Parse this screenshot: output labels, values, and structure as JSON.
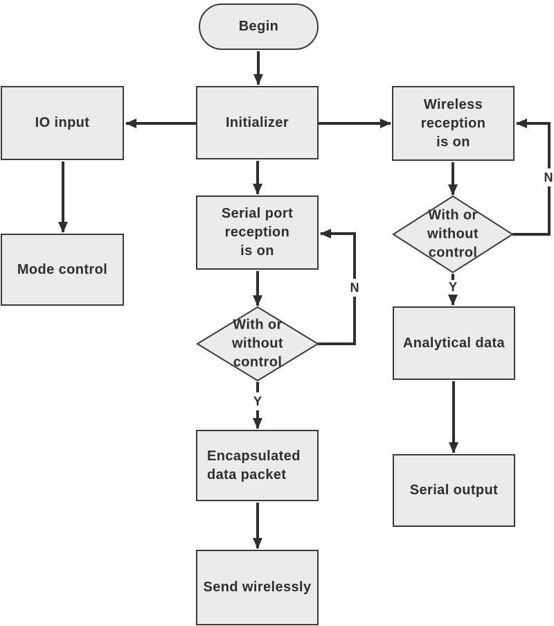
{
  "diagram": {
    "type": "flowchart",
    "colors": {
      "background": "#ffffff",
      "node_fill": "#ebebeb",
      "node_border": "#3a3a3a",
      "arrow": "#2f2f2f",
      "text": "#2e2e2e"
    },
    "nodes": {
      "begin": {
        "shape": "stadium",
        "label": "Begin"
      },
      "initializer": {
        "shape": "process",
        "label": "Initializer"
      },
      "io_input": {
        "shape": "process",
        "label": "IO input"
      },
      "mode_control": {
        "shape": "process",
        "label": "Mode control"
      },
      "wireless_reception": {
        "shape": "process",
        "label": "Wireless\nreception\nis on"
      },
      "serial_port_reception": {
        "shape": "process",
        "label": "Serial port\nreception\nis on"
      },
      "with_without_center": {
        "shape": "decision",
        "label": "With or\nwithout\ncontrol"
      },
      "with_without_right": {
        "shape": "decision",
        "label": "With or\nwithout\ncontrol"
      },
      "analytical_data": {
        "shape": "process",
        "label": "Analytical data"
      },
      "serial_output": {
        "shape": "process",
        "label": "Serial output"
      },
      "encapsulated_data_packet": {
        "shape": "process",
        "label": "Encapsulated\ndata packet"
      },
      "send_wirelessly": {
        "shape": "process",
        "label": "Send wirelessly"
      }
    },
    "branch_labels": {
      "center_no": "N",
      "center_yes": "Y",
      "right_no": "N",
      "right_yes": "Y"
    },
    "edges": [
      {
        "from": "Begin",
        "to": "Initializer"
      },
      {
        "from": "Initializer",
        "to": "IO input"
      },
      {
        "from": "Initializer",
        "to": "Wireless reception is on"
      },
      {
        "from": "Initializer",
        "to": "Serial port reception is on"
      },
      {
        "from": "IO input",
        "to": "Mode control"
      },
      {
        "from": "Wireless reception is on",
        "to": "With or without control (right)"
      },
      {
        "from": "With or without control (right)",
        "to": "Analytical data",
        "label": "Y"
      },
      {
        "from": "With or without control (right)",
        "to": "Wireless reception is on",
        "label": "N"
      },
      {
        "from": "Analytical data",
        "to": "Serial output"
      },
      {
        "from": "Serial port reception is on",
        "to": "With or without control (center)"
      },
      {
        "from": "With or without control (center)",
        "to": "Encapsulated data packet",
        "label": "Y"
      },
      {
        "from": "With or without control (center)",
        "to": "Serial port reception is on",
        "label": "N"
      },
      {
        "from": "Encapsulated data packet",
        "to": "Send wirelessly"
      }
    ]
  }
}
